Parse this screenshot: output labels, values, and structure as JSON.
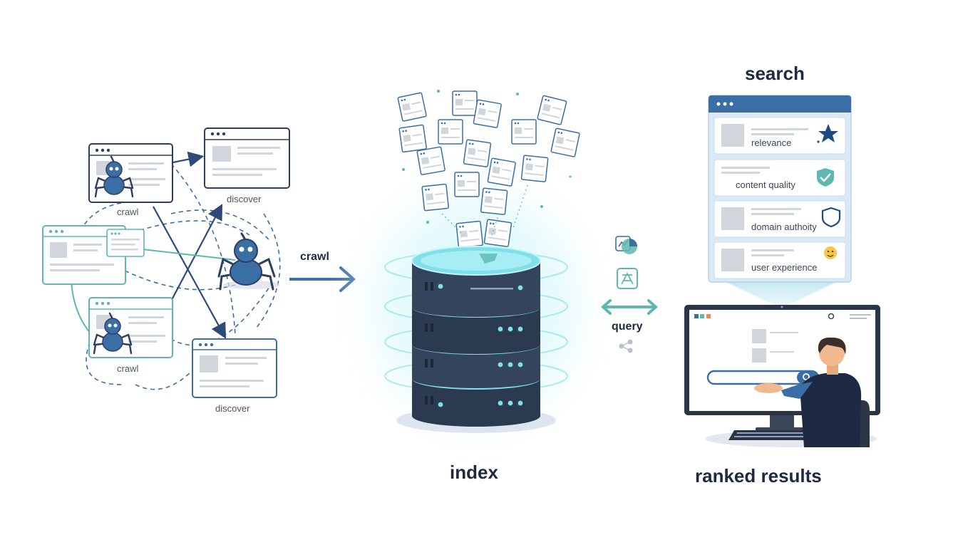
{
  "crawl": {
    "label_left_top": "crawl",
    "label_left_bottom": "crawl",
    "discover_top": "discover",
    "discover_bottom": "discover",
    "arrow_label": "crawl"
  },
  "index": {
    "label": "index"
  },
  "query": {
    "label": "query"
  },
  "search": {
    "title": "search",
    "factors": [
      {
        "label": "relevance",
        "icon": "star-icon"
      },
      {
        "label": "content quality",
        "icon": "shield-check-icon"
      },
      {
        "label": "domain authoity",
        "icon": "shield-icon"
      },
      {
        "label": "user experience",
        "icon": "smiley-icon"
      }
    ]
  },
  "results": {
    "label": "ranked results"
  },
  "colors": {
    "navy": "#1e2a44",
    "blue": "#3a6ea5",
    "teal": "#5fb8b0",
    "light_blue": "#dbe9f6",
    "cyan_glow": "#7fe0ea"
  }
}
